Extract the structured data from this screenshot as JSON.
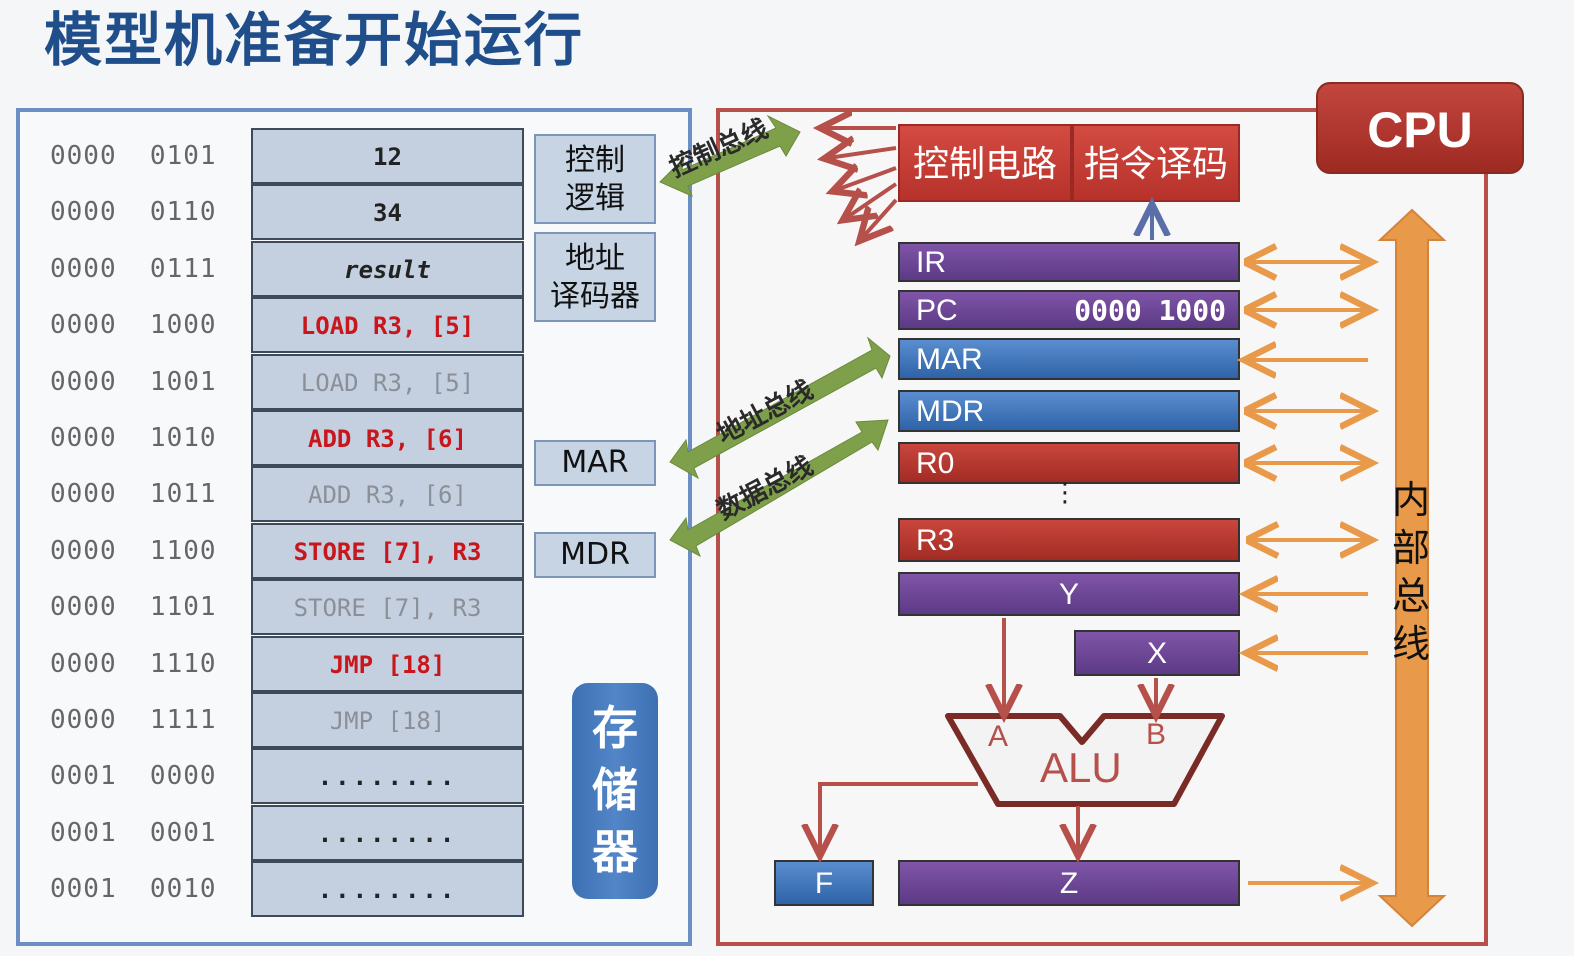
{
  "title": "模型机准备开始运行",
  "memory": {
    "rows": [
      {
        "addr": "0000  0101",
        "content": "12",
        "style": "plain"
      },
      {
        "addr": "0000  0110",
        "content": "34",
        "style": "plain"
      },
      {
        "addr": "0000  0111",
        "content": "result",
        "style": "italic"
      },
      {
        "addr": "0000  1000",
        "content": "LOAD R3, [5]",
        "style": "red"
      },
      {
        "addr": "0000  1001",
        "content": "LOAD R3, [5]",
        "style": "gray"
      },
      {
        "addr": "0000  1010",
        "content": "ADD R3, [6]",
        "style": "red"
      },
      {
        "addr": "0000  1011",
        "content": "ADD R3, [6]",
        "style": "gray"
      },
      {
        "addr": "0000  1100",
        "content": "STORE [7], R3",
        "style": "red"
      },
      {
        "addr": "0000  1101",
        "content": "STORE [7], R3",
        "style": "gray"
      },
      {
        "addr": "0000  1110",
        "content": "JMP [18]",
        "style": "red"
      },
      {
        "addr": "0000  1111",
        "content": "JMP [18]",
        "style": "gray"
      },
      {
        "addr": "0001  0000",
        "content": "........",
        "style": "dots"
      },
      {
        "addr": "0001  0001",
        "content": "........",
        "style": "dots"
      },
      {
        "addr": "0001  0010",
        "content": "........",
        "style": "dots"
      }
    ],
    "control_logic": [
      "控制",
      "逻辑"
    ],
    "address_decoder": [
      "地址",
      "译码器"
    ],
    "mar_label": "MAR",
    "mdr_label": "MDR",
    "storage_label": [
      "存",
      "储",
      "器"
    ]
  },
  "buses": {
    "control": "控制总线",
    "address": "地址总线",
    "data": "数据总线"
  },
  "cpu": {
    "badge": "CPU",
    "control_circuit": "控制电路",
    "instruction_decode": "指令译码",
    "registers": {
      "ir": "IR",
      "pc": "PC",
      "pc_value": "0000 1000",
      "mar": "MAR",
      "mdr": "MDR",
      "r0": "R0",
      "ellipsis": "⋮",
      "r3": "R3",
      "y": "Y",
      "x": "X",
      "f": "F",
      "z": "Z"
    },
    "alu": {
      "label": "ALU",
      "input_a": "A",
      "input_b": "B"
    },
    "internal_bus": [
      "内",
      "部",
      "总",
      "线"
    ]
  },
  "colors": {
    "title": "#1f4e8a",
    "memory_border": "#6b8fc4",
    "cpu_border": "#b5504a",
    "bus_orange": "#e89a4a",
    "bus_green": "#7fa04a",
    "instruction_red": "#c8161d"
  }
}
